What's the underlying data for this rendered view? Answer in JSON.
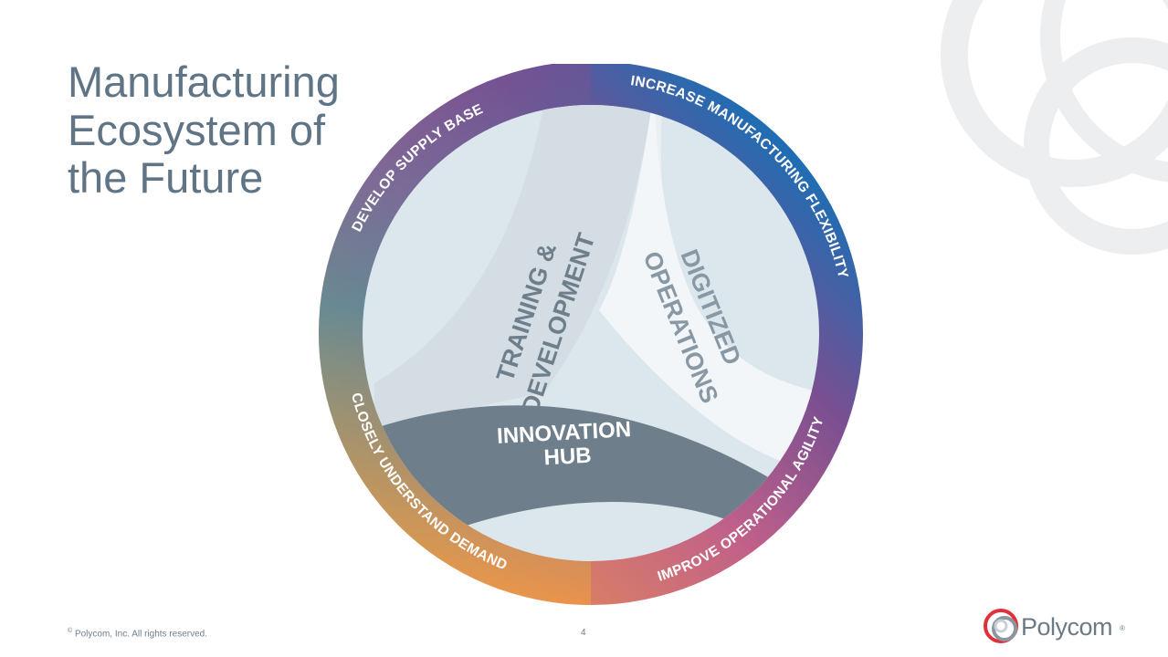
{
  "slide": {
    "title_lines": [
      "Manufacturing",
      "Ecosystem of",
      "the Future"
    ],
    "footer": {
      "copyright_mark": "©",
      "copyright_text": "Polycom, Inc. All rights reserved.",
      "page_number": "4"
    },
    "logo": {
      "name": "polycom-logo",
      "text": "Polycom",
      "mark": "®"
    }
  },
  "diagram": {
    "ring": {
      "gradient_colors": [
        "#f7a23a",
        "#7a4f91",
        "#1f6db3",
        "#1098b0"
      ],
      "labels": [
        "DEVELOP SUPPLY BASE",
        "INCREASE MANUFACTURING FLEXIBILITY",
        "IMPROVE OPERATIONAL AGILITY",
        "CLOSELY UNDERSTAND DEMAND"
      ]
    },
    "segments": [
      {
        "id": "training",
        "lines": [
          "TRAINING &",
          "DEVELOPMENT"
        ],
        "color": "#d4dde4"
      },
      {
        "id": "digitized",
        "lines": [
          "DIGITIZED",
          "OPERATIONS"
        ],
        "color": "#f2f6f9"
      },
      {
        "id": "innovation",
        "lines": [
          "INNOVATION",
          "HUB"
        ],
        "color": "#6e7f8b"
      }
    ],
    "inner_fill": "#dce6ed"
  }
}
